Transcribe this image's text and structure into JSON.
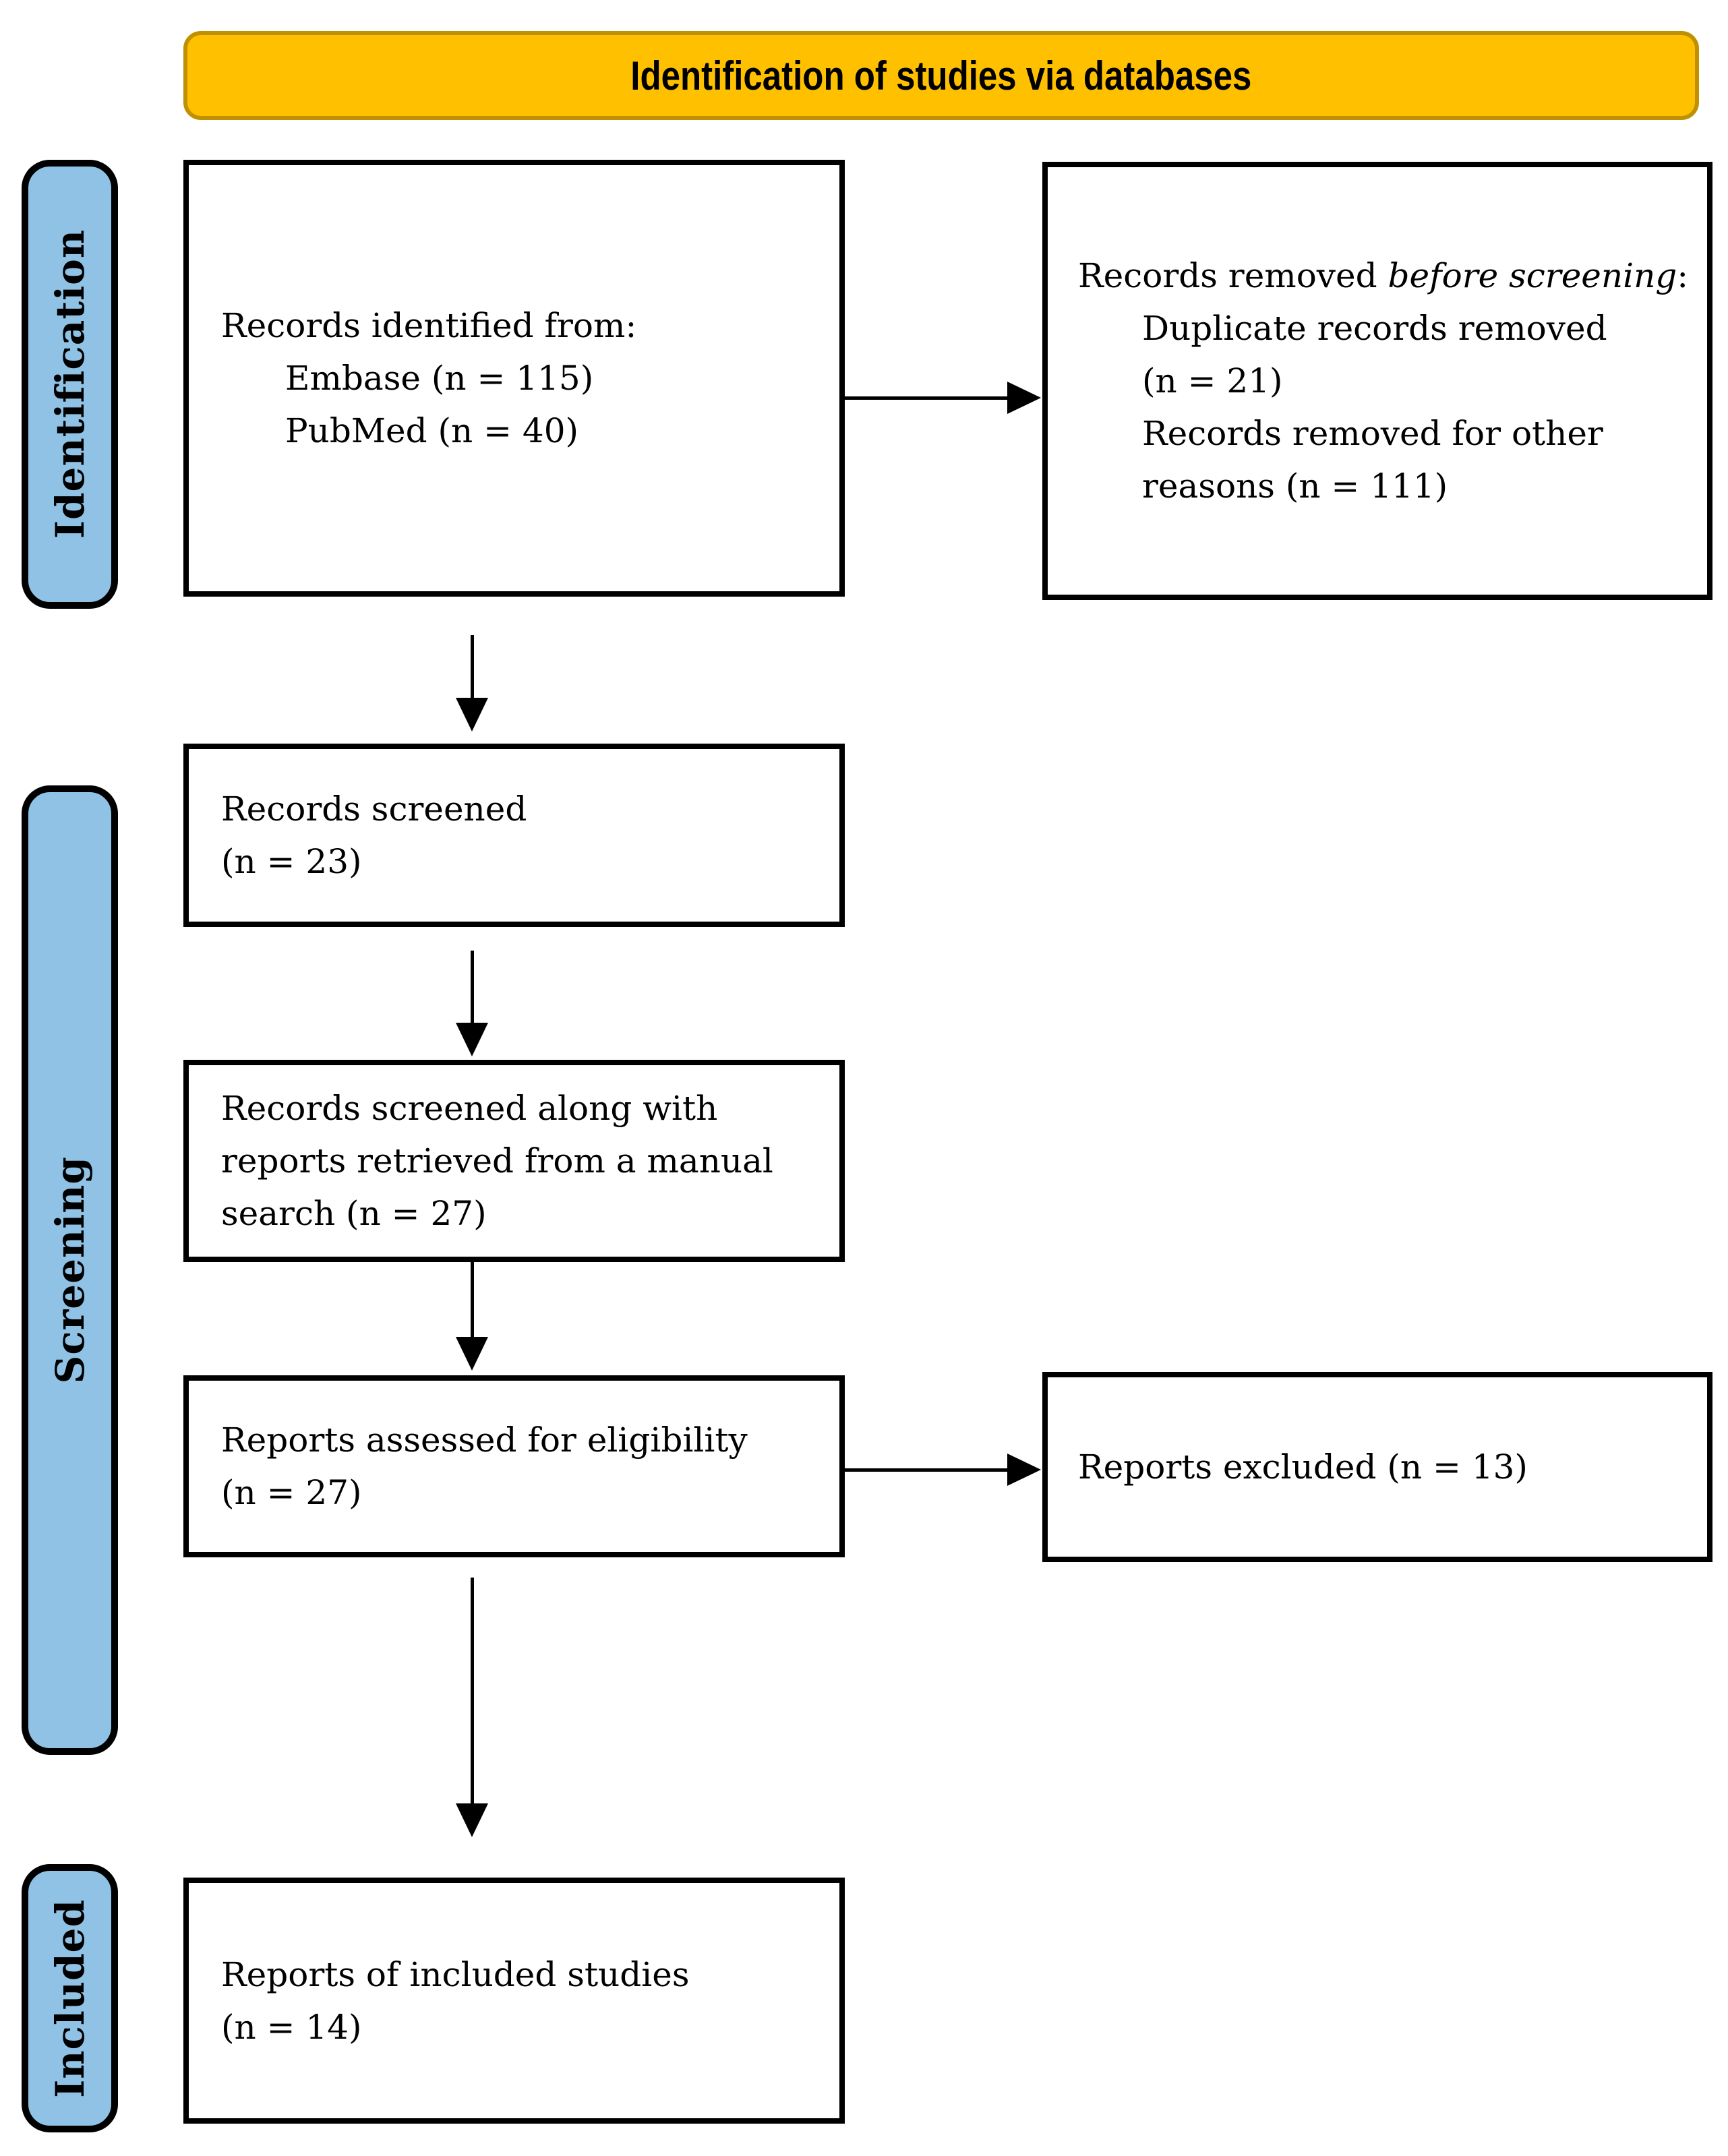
{
  "header": {
    "title": "Identification of studies via databases"
  },
  "stages": [
    {
      "label": "Identification"
    },
    {
      "label": "Screening"
    },
    {
      "label": "Included"
    }
  ],
  "boxes": {
    "identified": {
      "line1": "Records identified from:",
      "line2": "Embase (n = 115)",
      "line3": "PubMed (n = 40)"
    },
    "removed": {
      "line1_prefix": "Records removed ",
      "line1_italic": "before screening",
      "line1_suffix": ":",
      "line2": "Duplicate records removed",
      "line3": "(n = 21)",
      "line4": "Records removed for other",
      "line5": "reasons (n = 111)"
    },
    "screened": {
      "line1": "Records screened",
      "line2": "(n = 23)"
    },
    "screened_manual": {
      "line1": "Records screened along with",
      "line2": "reports retrieved from a manual",
      "line3": "search (n = 27)"
    },
    "assessed": {
      "line1": "Reports assessed for eligibility",
      "line2": "(n = 27)"
    },
    "excluded": {
      "line1": "Reports excluded (n = 13)"
    },
    "included": {
      "line1": "Reports of included studies",
      "line2": "(n = 14)"
    }
  },
  "colors": {
    "banner_fill": "#FFC000",
    "banner_border": "#BF9000",
    "stage_fill": "#8FC2E5",
    "arrow": "#000000"
  }
}
